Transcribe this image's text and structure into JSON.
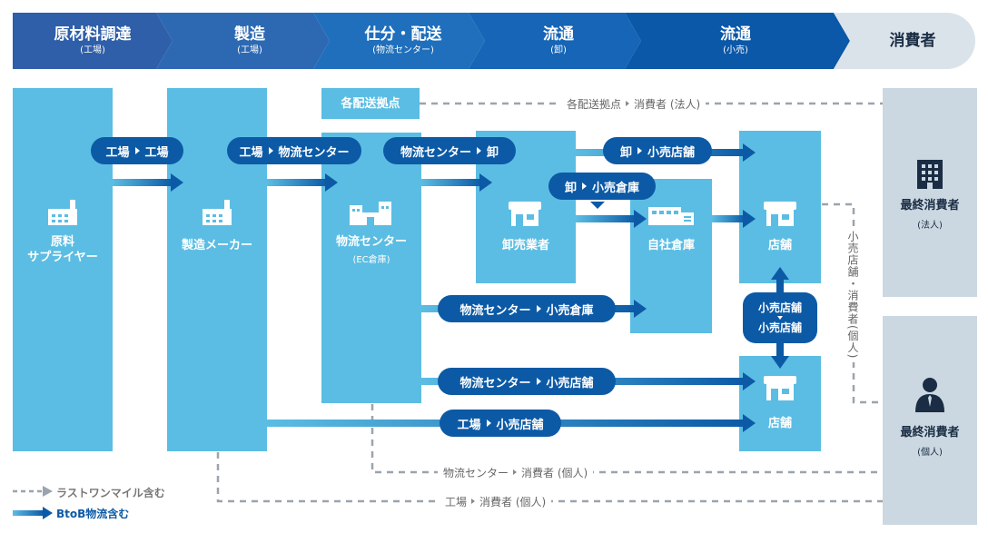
{
  "colors": {
    "stage_1": "#2e5fa8",
    "stage_2": "#2d69b3",
    "stage_3": "#1f6fbd",
    "stage_4": "#1665b6",
    "stage_5": "#0b57a8",
    "stage_consumer": "#dbe3ea",
    "box": "#5bbde3",
    "consumer_box": "#ccd8e1",
    "b2b_arrow": "#0c5aa6",
    "dashed": "#9aa4ae"
  },
  "stages": [
    {
      "title": "原材料調達",
      "sub": "(工場)"
    },
    {
      "title": "製造",
      "sub": "(工場)"
    },
    {
      "title": "仕分・配送",
      "sub": "(物流センター)"
    },
    {
      "title": "流通",
      "sub": "(卸)"
    },
    {
      "title": "流通",
      "sub": "(小売)"
    },
    {
      "title": "消費者",
      "sub": ""
    }
  ],
  "nodes": {
    "supplier": {
      "label": "原料\nサプライヤー",
      "icon": "factory-icon"
    },
    "maker": {
      "label": "製造メーカー",
      "icon": "factory-icon"
    },
    "logistics": {
      "label": "物流センター",
      "sub": "(EC倉庫)",
      "icon": "warehouse-buildings-icon"
    },
    "depot": {
      "label": "各配送拠点"
    },
    "wholesaler": {
      "label": "卸売業者",
      "icon": "shop-icon"
    },
    "own_warehouse": {
      "label": "自社倉庫",
      "icon": "warehouse-icon"
    },
    "store_upper": {
      "label": "店舗",
      "icon": "shop-icon"
    },
    "store_lower": {
      "label": "店舗",
      "icon": "shop-icon"
    },
    "consumer_corp": {
      "label": "最終消費者",
      "sub": "(法人)",
      "icon": "office-building-icon"
    },
    "consumer_ind": {
      "label": "最終消費者",
      "sub": "(個人)",
      "icon": "person-icon"
    }
  },
  "flows": {
    "factory_factory": {
      "from": "工場",
      "to": "工場"
    },
    "factory_center": {
      "from": "工場",
      "to": "物流センター"
    },
    "center_wholesale": {
      "from": "物流センター",
      "to": "卸"
    },
    "wholesale_retail_store": {
      "from": "卸",
      "to": "小売店舗"
    },
    "wholesale_retail_warehouse": {
      "from": "卸",
      "to": "小売倉庫"
    },
    "center_retail_warehouse": {
      "from": "物流センター",
      "to": "小売倉庫"
    },
    "center_retail_store": {
      "from": "物流センター",
      "to": "小売店舗"
    },
    "factory_retail_store": {
      "from": "工場",
      "to": "小売店舗"
    },
    "store_store": {
      "from": "小売店舗",
      "to": "小売店舗"
    }
  },
  "dashed_flows": {
    "depot_consumer": {
      "from": "各配送拠点",
      "to": "消費者 (法人)"
    },
    "center_consumer": {
      "from": "物流センター",
      "to": "消費者 (個人)"
    },
    "factory_consumer": {
      "from": "工場",
      "to": "消費者 (個人)"
    },
    "store_consumer": "小売店舗・消費者(個人)"
  },
  "legend": {
    "last_mile": "ラストワンマイル含む",
    "b2b": "BtoB物流含む"
  }
}
